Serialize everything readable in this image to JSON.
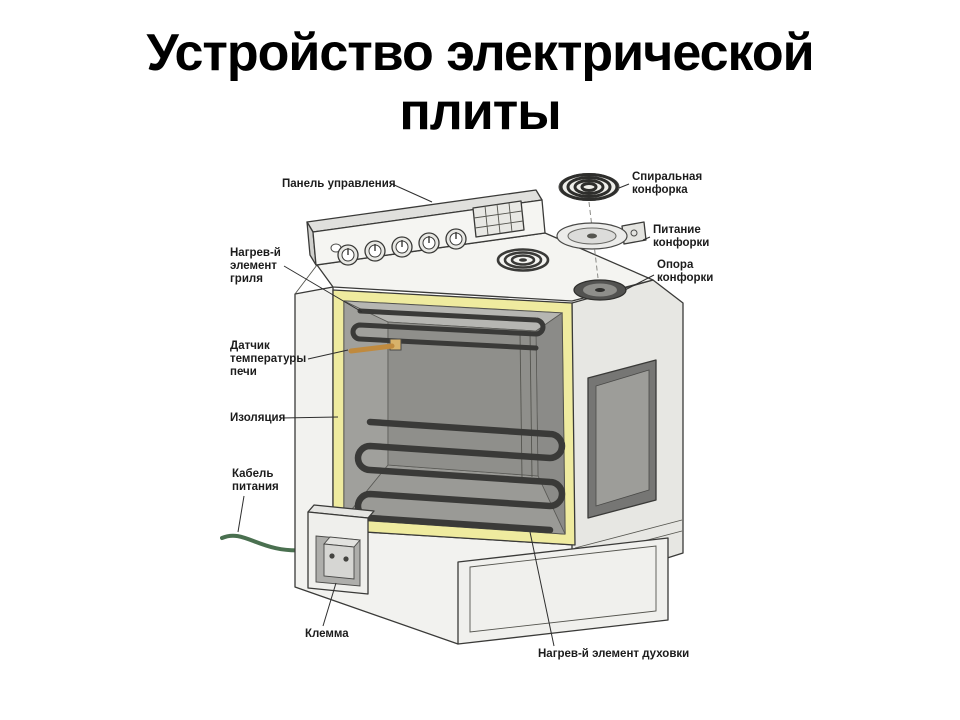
{
  "slide": {
    "title_line1": "Устройство электрической",
    "title_line2": "плиты"
  },
  "diagram": {
    "labels": {
      "control_panel": {
        "l1": "Панель управления"
      },
      "spiral_burner": {
        "l1": "Спиральная",
        "l2": "конфорка"
      },
      "burner_power": {
        "l1": "Питание",
        "l2": "конфорки"
      },
      "burner_support": {
        "l1": "Опора",
        "l2": "конфорки"
      },
      "grill_element": {
        "l1": "Нагрев-й",
        "l2": "элемент",
        "l3": "гриля"
      },
      "oven_temp_sensor": {
        "l1": "Датчик",
        "l2": "температуры",
        "l3": "печи"
      },
      "insulation": {
        "l1": "Изоляция"
      },
      "power_cable": {
        "l1": "Кабель",
        "l2": "питания"
      },
      "terminal": {
        "l1": "Клемма"
      },
      "oven_element": {
        "l1": "Нагрев-й элемент духовки"
      }
    },
    "colors": {
      "insulation_yellow": "#EFEB9F",
      "cable_green": "#4A7050",
      "sensor_orange": "#C08A3E",
      "line_dark": "#3A3A38"
    }
  }
}
